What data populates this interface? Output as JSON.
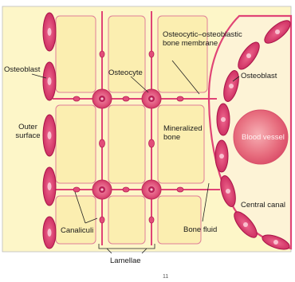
{
  "labels": {
    "osteoblast_left": "Osteoblast",
    "osteocyte": "Osteocyte",
    "membrane": "Osteocytic–osteoblastic bone membrane",
    "osteoblast_right": "Osteoblast",
    "outer_surface": "Outer surface",
    "mineralized_bone": "Mineralized bone",
    "blood_vessel": "Blood vessel",
    "central_canal": "Central canal",
    "canaliculi": "Canaliculi",
    "bone_fluid": "Bone fluid",
    "lamellae": "Lamellae",
    "page_mark": "11"
  },
  "colors": {
    "background": "#fdf6c8",
    "bone_cell": "#fbeeb0",
    "cell_outline": "#d83d6c",
    "osteoblast": "#d62e63",
    "osteocyte": "#e2577e",
    "nucleus": "#b81e55",
    "membrane": "#e04476",
    "blood_vessel": "#e46b7c",
    "leader_line": "#222222"
  }
}
